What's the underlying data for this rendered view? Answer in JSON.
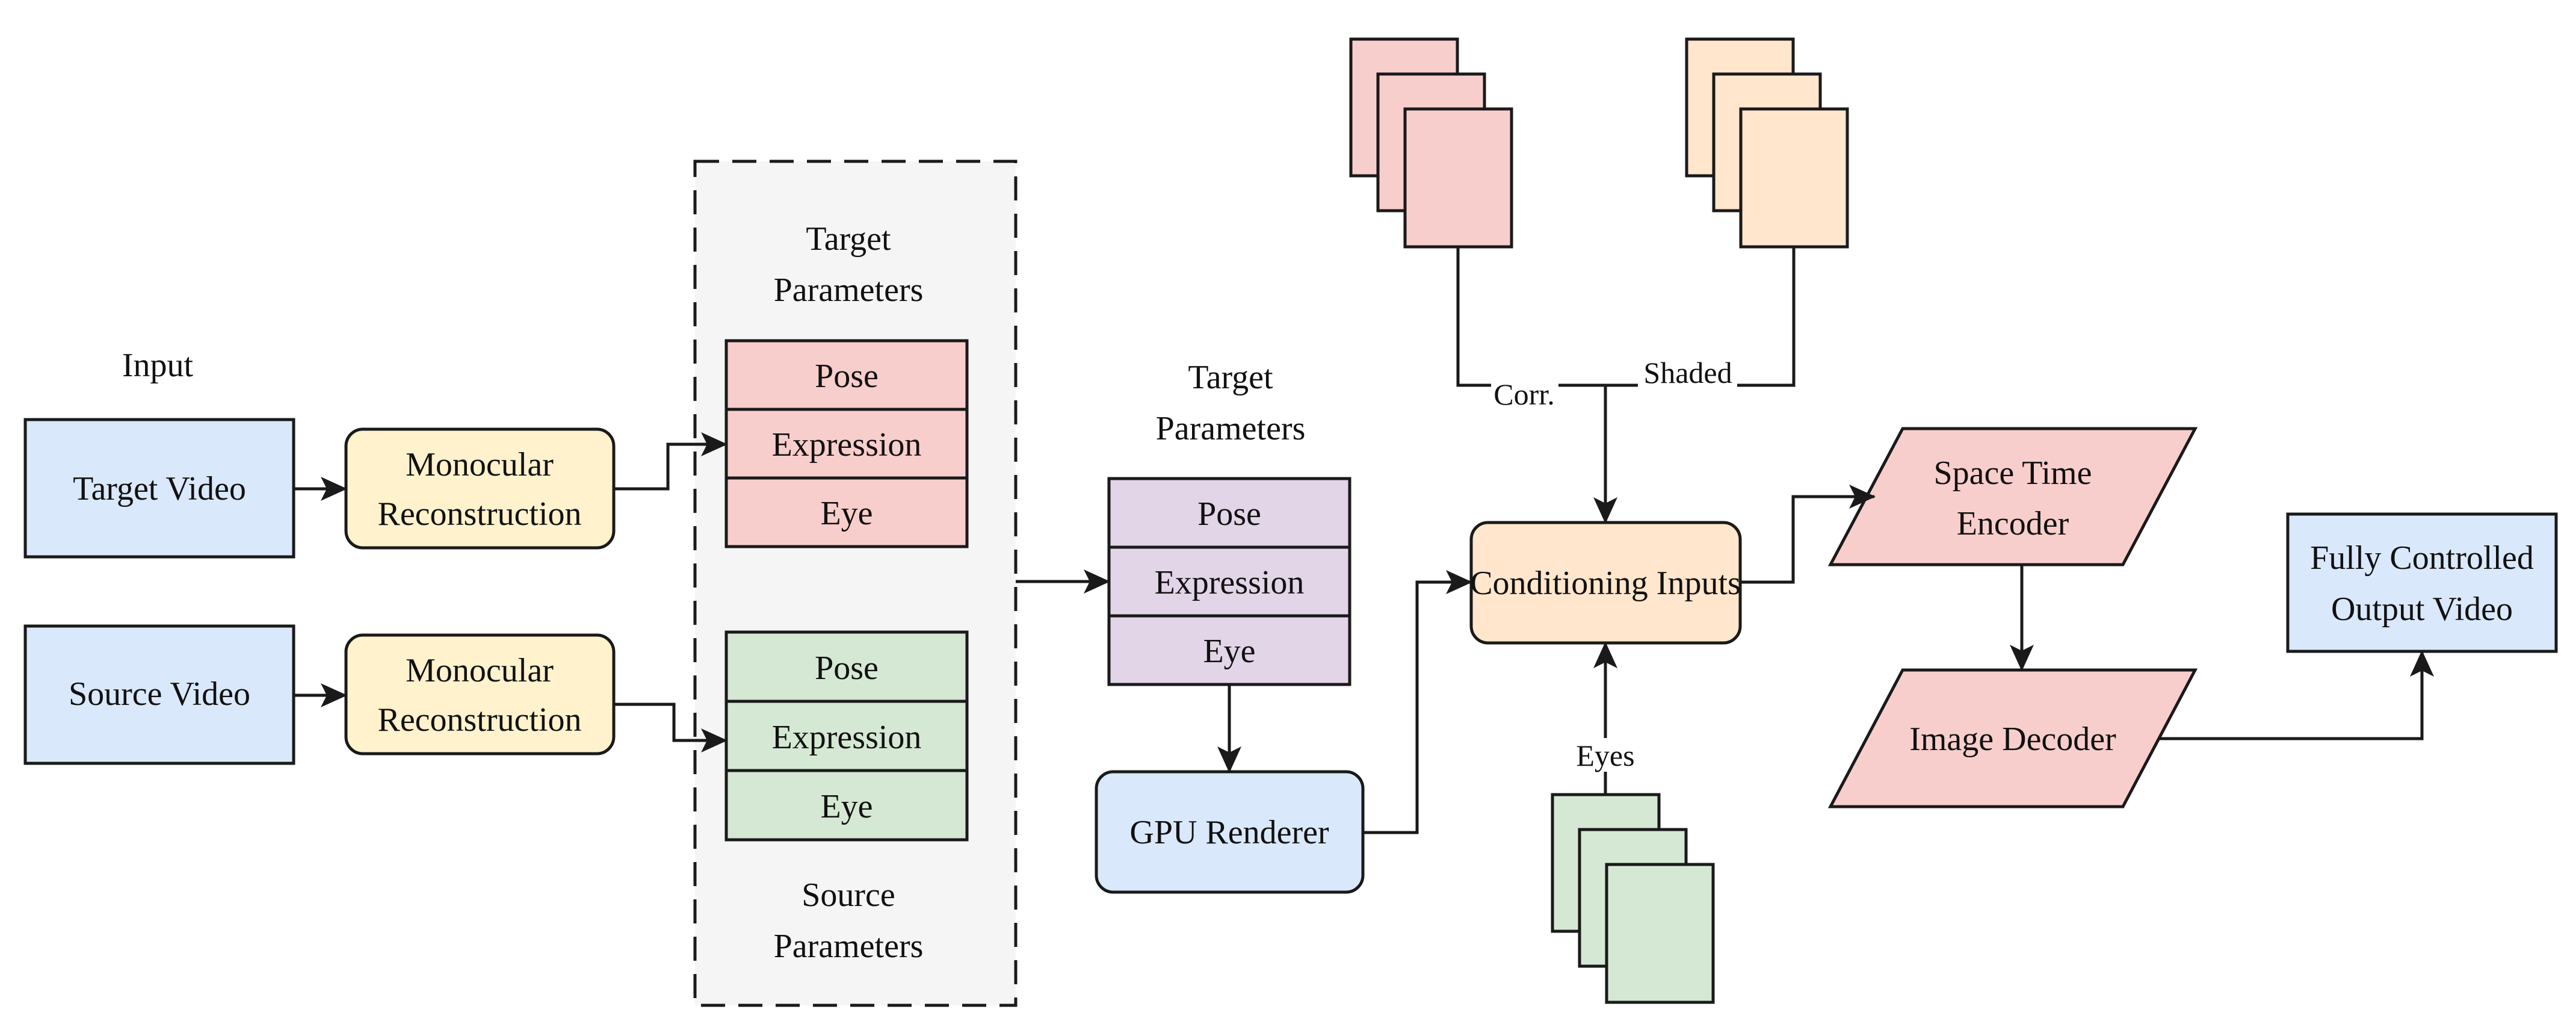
{
  "input_label": "Input",
  "colors": {
    "video_blue": "#dae8fc",
    "recon_yellow": "#fff2cc",
    "target_red": "#f8cecc",
    "source_green": "#d5e8d4",
    "merged_purple": "#e1d5e7",
    "renderer_blue": "#dae8fc",
    "conditioning_orange": "#ffe6cc",
    "group_gray": "#f5f5f5",
    "stroke": "#1a1a1a"
  },
  "target_video": {
    "label": "Target Video"
  },
  "source_video": {
    "label": "Source Video"
  },
  "target_reconstruction": {
    "line1": "Monocular",
    "line2": "Reconstruction"
  },
  "source_reconstruction": {
    "line1": "Monocular",
    "line2": "Reconstruction"
  },
  "parameter_group": {
    "target_title_line1": "Target",
    "target_title_line2": "Parameters",
    "source_title_line1": "Source",
    "source_title_line2": "Parameters",
    "target_rows": [
      "Pose",
      "Expression",
      "Eye"
    ],
    "source_rows": [
      "Pose",
      "Expression",
      "Eye"
    ]
  },
  "merged_parameters": {
    "title_line1": "Target",
    "title_line2": "Parameters",
    "rows": [
      "Pose",
      "Expression",
      "Eye"
    ]
  },
  "gpu_renderer": {
    "label": "GPU Renderer"
  },
  "conditioning_inputs": {
    "label": "Conditioning Inputs"
  },
  "edge_labels": {
    "corr": "Corr.",
    "shaded": "Shaded",
    "eyes": "Eyes"
  },
  "space_time_encoder": {
    "line1": "Space Time",
    "line2": "Encoder"
  },
  "image_decoder": {
    "label": "Image Decoder"
  },
  "output_video": {
    "line1": "Fully Controlled",
    "line2": "Output Video"
  }
}
